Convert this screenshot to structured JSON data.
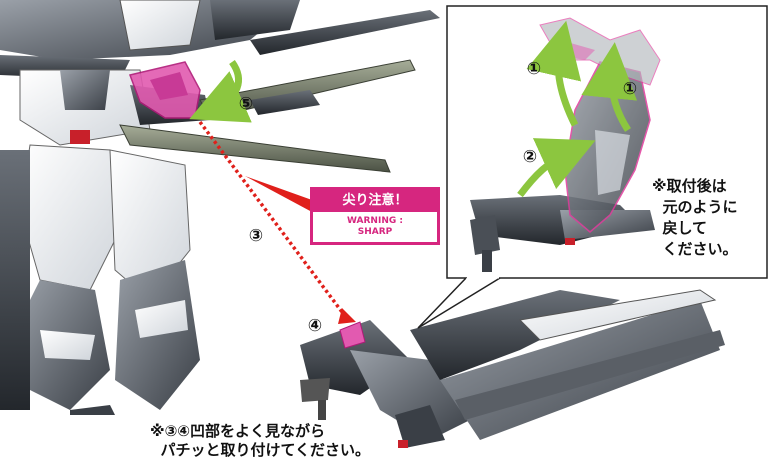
{
  "warning": {
    "title": "尖り注意！",
    "subtitle": "WARNING :\nSHARP"
  },
  "steps": {
    "one": "①",
    "two": "②",
    "three": "③",
    "four": "④",
    "five": "⑤"
  },
  "inset_note": "※取付後は\n  元のように\n  戻して\n  ください。",
  "bottom_note": "※③④凹部をよく見ながら\n  パチッと取り付けてください。",
  "colors": {
    "accent_magenta": "#d6267f",
    "arrow_green": "#8cc63f",
    "callout_red": "#e0201b"
  }
}
